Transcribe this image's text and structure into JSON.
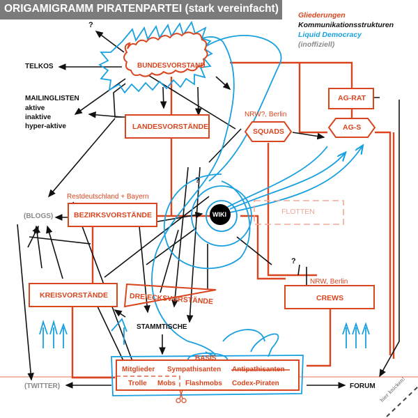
{
  "title": "ORIGAMIGRAMM PIRATENPARTEI (stark vereinfacht)",
  "legend": {
    "gliederungen": "Gliederungen",
    "kommunikation": "Kommunikationsstrukturen",
    "liquid": "Liquid Democracy",
    "inoffiziell": "(inoffiziell)"
  },
  "colors": {
    "gliederungen": "#d9451e",
    "kommunikation": "#111111",
    "liquid": "#1aa0e0",
    "inoffiziell": "#8a8a8a",
    "title_bar": "#7b7b7b"
  },
  "nodes": {
    "bundesvorstand": "BUNDESVORSTAND",
    "landesvorstaende": "LANDESVORSTÄNDE",
    "squads": "SQUADS",
    "squads_note": "NRW?, Berlin",
    "ag_rat": "AG-RAT",
    "ag_s": "AG-S",
    "bezirksvorstaende": "BEZIRKSVORSTÄNDE",
    "bezirks_note": "Restdeutschland + Bayern",
    "wiki": "WIKI",
    "flotten": "FLOTTEN",
    "kreisvorstaende": "KREISVORSTÄNDE",
    "dreiecksvorstaende": "DREIECKSVORSTÄNDE",
    "crews": "CREWS",
    "crews_note": "NRW, Berlin",
    "basis": "BASIS"
  },
  "comm": {
    "telkos": "TELKOS",
    "mailinglisten": "MAILINGLISTEN",
    "aktive": "aktive",
    "inaktive": "inaktive",
    "hyperaktive": "hyper-aktive",
    "blogs": "(BLOGS)",
    "twitter": "(TWITTER)",
    "stammtische": "STAMMTISCHE",
    "forum": "FORUM",
    "question": "?"
  },
  "basis_members": {
    "row1": [
      "Mitglieder",
      "Sympathisanten",
      "Antipathisanten"
    ],
    "row2": [
      "Trolle",
      "Mobs",
      "Flashmobs",
      "Codex-Piraten"
    ]
  },
  "fold_note": "hier knicken!"
}
